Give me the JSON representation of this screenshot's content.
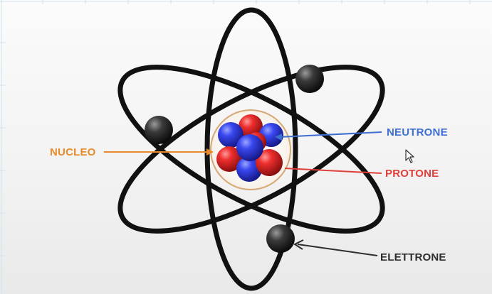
{
  "diagram": {
    "labels": {
      "nucleo": "NUCLEO",
      "neutrone": "NEUTRONE",
      "protone": "PROTONE",
      "elettrone": "ELETTRONE"
    },
    "colors": {
      "nucleo": "#e88a2a",
      "neutrone": "#3e6fd0",
      "protone": "#e0403a",
      "elettrone": "#2d2d2d",
      "orbit": "#111111",
      "neutron_ball": "#2f3fe0",
      "proton_ball": "#e22a2a",
      "electron_ball": "#333333"
    },
    "icons": {
      "cursor": "mouse-pointer-icon"
    }
  }
}
